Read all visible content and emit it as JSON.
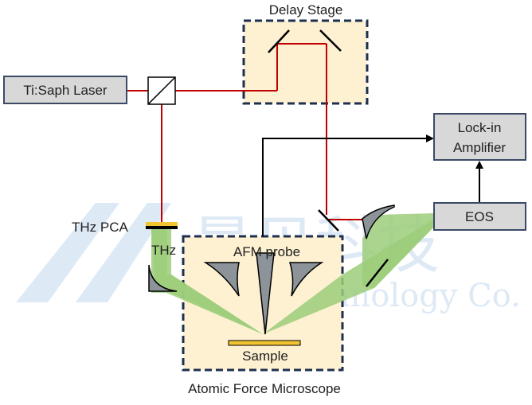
{
  "labels": {
    "delay_stage": "Delay Stage",
    "laser": "Ti:Saph Laser",
    "lockin_line1": "Lock-in",
    "lockin_line2": "Amplifier",
    "eos": "EOS",
    "thz_pca": "THz PCA",
    "thz": "THz",
    "afm_probe": "AFM probe",
    "sample": "Sample",
    "afm": "Atomic Force Microscope"
  },
  "watermark": {
    "cn": "曼贝科技",
    "en": "MBJ Technology Co."
  },
  "colors": {
    "box_fill": "#fdf1d2",
    "box_border": "#1f2f4f",
    "gray_box": "#d8d8d8",
    "laser_line": "#c00000",
    "signal_line": "#000000",
    "thz_beam": "#9cce7a",
    "mirror_gray": "#8c949a",
    "pca_gold": "#f2c432",
    "watermark": "#dde9f5"
  },
  "icons": {
    "beam_splitter": "beam-splitter-icon",
    "mirror": "mirror-icon",
    "parabolic_mirror": "parabolic-mirror-icon",
    "probe": "afm-probe-icon"
  }
}
